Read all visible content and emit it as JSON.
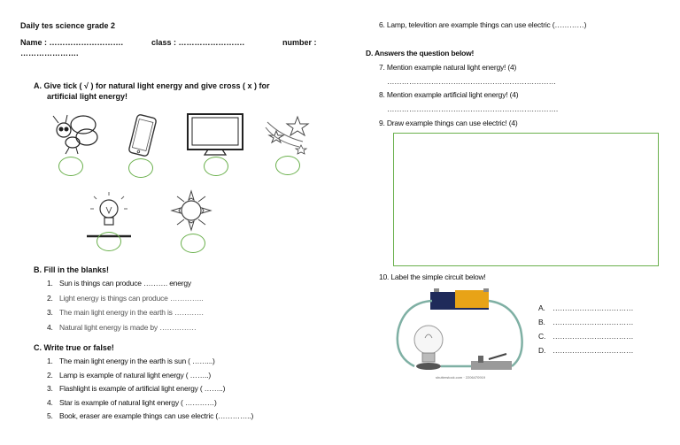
{
  "header": {
    "title": "Daily tes science grade 2",
    "name_label": "Name : ……………………….",
    "class_label": "class : …………………….",
    "number_label": "number :",
    "number_dots": "…………………."
  },
  "section_a": {
    "heading_line1": "A.  Give tick  ( √ ) for natural light energy and give cross ( x ) for",
    "heading_line2": "artificial light energy!",
    "images": [
      "firefly-icon",
      "smartphone-icon",
      "television-icon",
      "stars-icon",
      "lightbulb-icon",
      "sun-icon"
    ]
  },
  "section_b": {
    "heading": "B.  Fill in the blanks!",
    "items": [
      {
        "n": "1.",
        "text": "Sun is things can produce ……….  energy"
      },
      {
        "n": "2.",
        "text": "Light energy is things can produce ………….."
      },
      {
        "n": "3.",
        "text": "The main light energy in the earth is …………"
      },
      {
        "n": "4.",
        "text": "Natural light energy is made by ……………"
      }
    ]
  },
  "section_c": {
    "heading": "C.  Write true or false!",
    "items": [
      {
        "n": "1.",
        "text": "The main light energy in the earth is sun ( ……...)"
      },
      {
        "n": "2.",
        "text": "Lamp is example of natural light energy  ( ……..)"
      },
      {
        "n": "3.",
        "text": "Flashlight is example of artificial light energy ( ……..)"
      },
      {
        "n": "4.",
        "text": "Star is example of natural light energy ( …………)"
      },
      {
        "n": "5.",
        "text": "Book, eraser are example things can use electric (…………..)"
      }
    ]
  },
  "right": {
    "item6": "6.    Lamp, televition are example things can use electric (…………)",
    "section_d_heading": "D.   Answers the question below!",
    "item7": "7.    Mention example natural light energy! (4)",
    "item7_dots": "……………………………………………………………",
    "item8": "8.    Mention example artificial light energy! (4)",
    "item8_dots": "…………………………………………………………….",
    "item9": "9.    Draw example things can use electric! (4)",
    "item10": "10.  Label the simple circuit below!",
    "labels": [
      {
        "letter": "A.",
        "dots": "……………………………"
      },
      {
        "letter": "B.",
        "dots": "……………………………"
      },
      {
        "letter": "C.",
        "dots": "……………………………"
      },
      {
        "letter": "D.",
        "dots": "……………………………"
      }
    ],
    "watermark": "shutterstock.com · 2206470919"
  }
}
